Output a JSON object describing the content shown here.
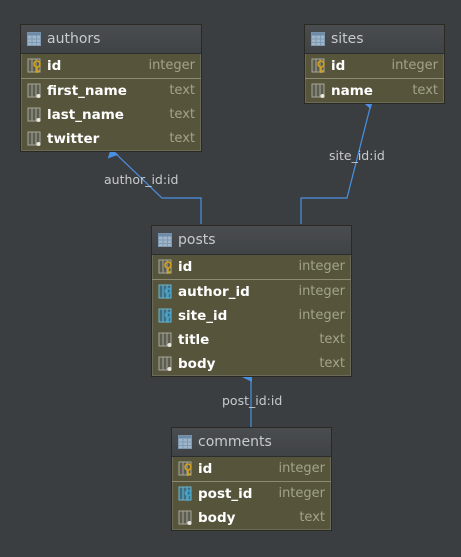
{
  "tables": {
    "authors": {
      "name": "authors",
      "columns": [
        {
          "name": "id",
          "type": "integer",
          "kind": "pk"
        },
        {
          "name": "first_name",
          "type": "text",
          "kind": "col"
        },
        {
          "name": "last_name",
          "type": "text",
          "kind": "col"
        },
        {
          "name": "twitter",
          "type": "text",
          "kind": "col"
        }
      ]
    },
    "sites": {
      "name": "sites",
      "columns": [
        {
          "name": "id",
          "type": "integer",
          "kind": "pk"
        },
        {
          "name": "name",
          "type": "text",
          "kind": "col"
        }
      ]
    },
    "posts": {
      "name": "posts",
      "columns": [
        {
          "name": "id",
          "type": "integer",
          "kind": "pk"
        },
        {
          "name": "author_id",
          "type": "integer",
          "kind": "fk"
        },
        {
          "name": "site_id",
          "type": "integer",
          "kind": "fk"
        },
        {
          "name": "title",
          "type": "text",
          "kind": "col"
        },
        {
          "name": "body",
          "type": "text",
          "kind": "col"
        }
      ]
    },
    "comments": {
      "name": "comments",
      "columns": [
        {
          "name": "id",
          "type": "integer",
          "kind": "pk"
        },
        {
          "name": "post_id",
          "type": "integer",
          "kind": "fk"
        },
        {
          "name": "body",
          "type": "text",
          "kind": "col"
        }
      ]
    }
  },
  "relations": {
    "author": "author_id:id",
    "site": "site_id:id",
    "post": "post_id:id"
  },
  "colors": {
    "background": "#3b3e41",
    "table_body": "#56553b",
    "link": "#4a90e2",
    "key_icon": "#d4a017",
    "fk_icon": "#3fa3c9"
  }
}
